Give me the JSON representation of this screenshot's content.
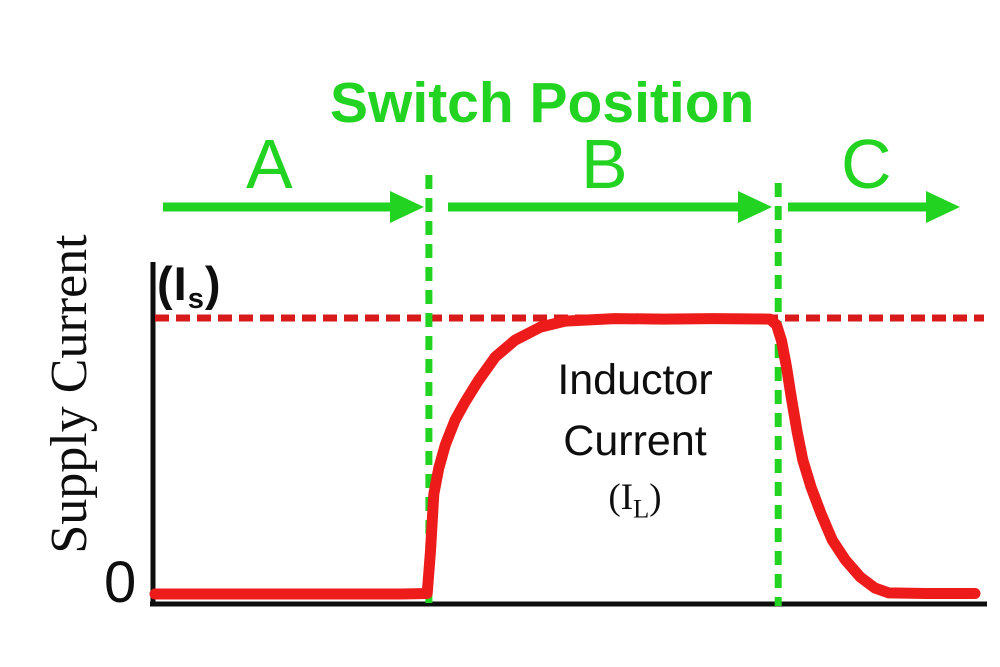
{
  "title": "Switch Position",
  "regions": {
    "a": "A",
    "b": "B",
    "c": "C"
  },
  "y_axis": {
    "label": "Supply Current",
    "top_value_prefix": "(I",
    "top_value_sub": "s",
    "top_value_suffix": ")",
    "zero_label": "0"
  },
  "annotation": {
    "line1": "Inductor",
    "line2": "Current",
    "symbol_prefix": "(I",
    "symbol_sub": "L",
    "symbol_suffix": ")"
  },
  "colors": {
    "green": "#22d322",
    "curve_red": "#ee1b1b",
    "dashed_red": "#d81a1a",
    "ink": "#0e0e0e",
    "background": "#ffffff"
  },
  "chart_data": {
    "type": "line",
    "title": "Switch Position",
    "xlabel": "",
    "ylabel": "Supply Current",
    "regions": [
      "A",
      "B",
      "C"
    ],
    "region_boundaries_fraction": [
      0.334,
      0.76
    ],
    "y_ticks": [
      {
        "label": "0",
        "value_fraction_of_Is": 0
      },
      {
        "label": "(Is)",
        "value_fraction_of_Is": 1
      }
    ],
    "reference_line": {
      "name": "supply-current-level-Is",
      "level_fraction_of_Is": 1.0,
      "style": "dashed",
      "color": "#d81a1a"
    },
    "grid": false,
    "legend": "none",
    "series": [
      {
        "name": "Inductor Current (IL)",
        "color": "#ee1b1b",
        "t_fraction": [
          0.0,
          0.3,
          0.332,
          0.336,
          0.34,
          0.346,
          0.354,
          0.366,
          0.378,
          0.394,
          0.415,
          0.439,
          0.47,
          0.5,
          0.56,
          0.62,
          0.68,
          0.75,
          0.758,
          0.764,
          0.77,
          0.776,
          0.783,
          0.79,
          0.8,
          0.812,
          0.826,
          0.842,
          0.86,
          0.878,
          0.895,
          0.94,
          1.0
        ],
        "current_fraction_of_Is": [
          0.028,
          0.028,
          0.03,
          0.18,
          0.38,
          0.47,
          0.553,
          0.641,
          0.704,
          0.778,
          0.863,
          0.922,
          0.968,
          0.989,
          0.998,
          0.996,
          0.998,
          0.996,
          0.975,
          0.92,
          0.83,
          0.72,
          0.6,
          0.5,
          0.405,
          0.313,
          0.218,
          0.148,
          0.088,
          0.049,
          0.032,
          0.03,
          0.03
        ]
      }
    ]
  }
}
